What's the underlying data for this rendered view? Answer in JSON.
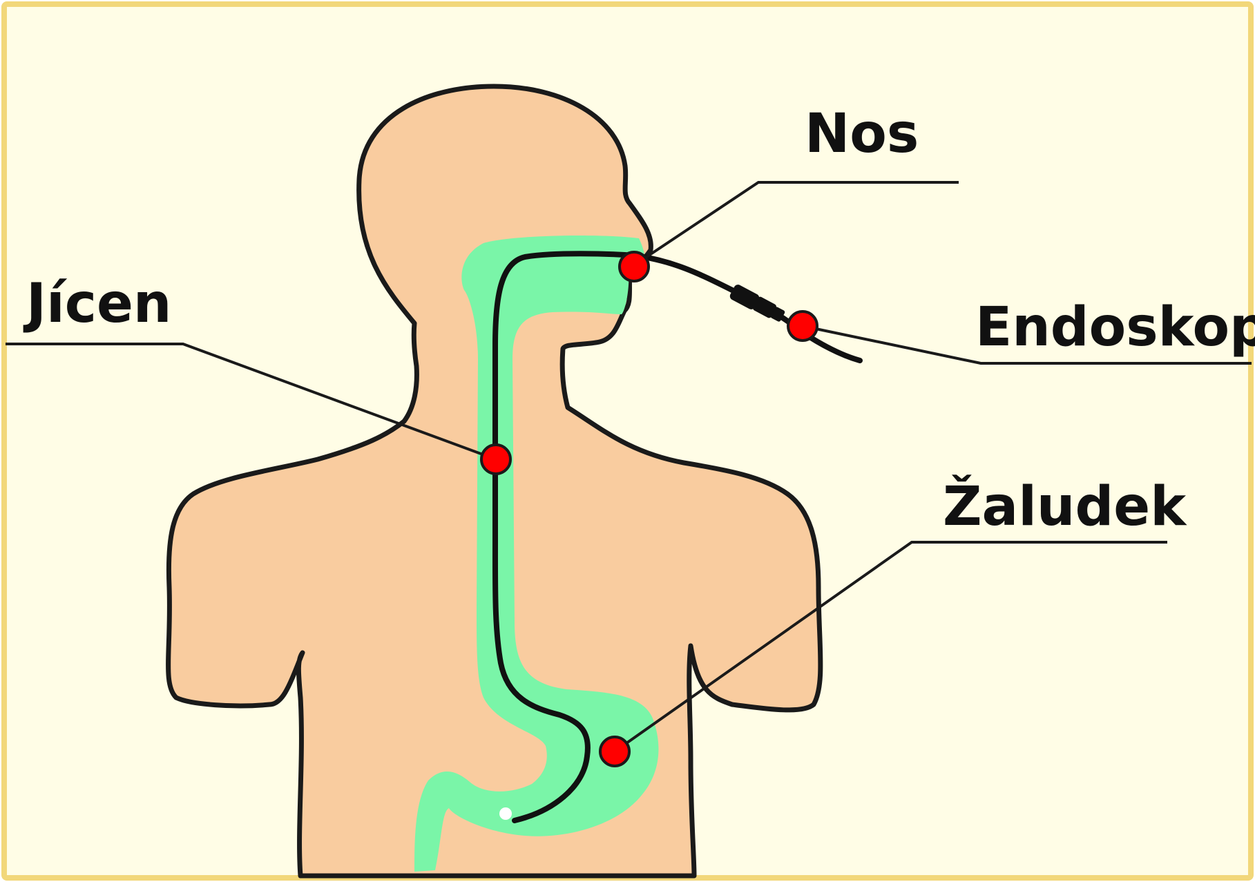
{
  "diagram": {
    "labels": {
      "nose": "Nos",
      "esophagus": "Jícen",
      "endoscope": "Endoskop",
      "stomach": "Žaludek"
    },
    "colors": {
      "background": "#FFFDE6",
      "border": "#F2D77A",
      "body_fill": "#F9CC9F",
      "tract_fill": "#7AF5A8",
      "outline": "#1A1A1A",
      "marker": "#FF0000",
      "label_text": "#111111"
    }
  }
}
